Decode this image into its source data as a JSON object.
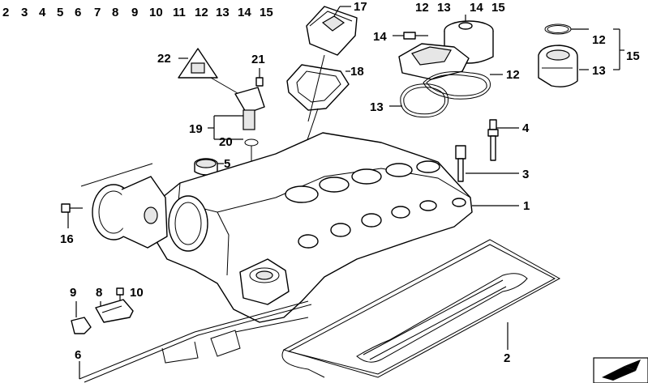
{
  "top_row_labels": [
    "2",
    "3",
    "4",
    "5",
    "6",
    "7",
    "8",
    "9",
    "10",
    "11",
    "12",
    "13",
    "14",
    "15"
  ],
  "callouts": {
    "c17": "17",
    "c12a": "12",
    "c13a": "13",
    "c14a": "14",
    "c15a": "15",
    "c14b": "14",
    "c12b": "12",
    "c13b": "13",
    "c12c": "12",
    "c15c": "15",
    "c13c": "13",
    "c22": "22",
    "c21": "21",
    "c18": "18",
    "c19": "19",
    "c20": "20",
    "c5": "5",
    "c4": "4",
    "c3": "3",
    "c1": "1",
    "c16": "16",
    "c9": "9",
    "c8": "8",
    "c10": "10",
    "c6": "6",
    "c2": "2"
  },
  "icons": {
    "warning_triangle": "warning-sign-icon",
    "corner_logo": "arrow-logo-icon"
  }
}
